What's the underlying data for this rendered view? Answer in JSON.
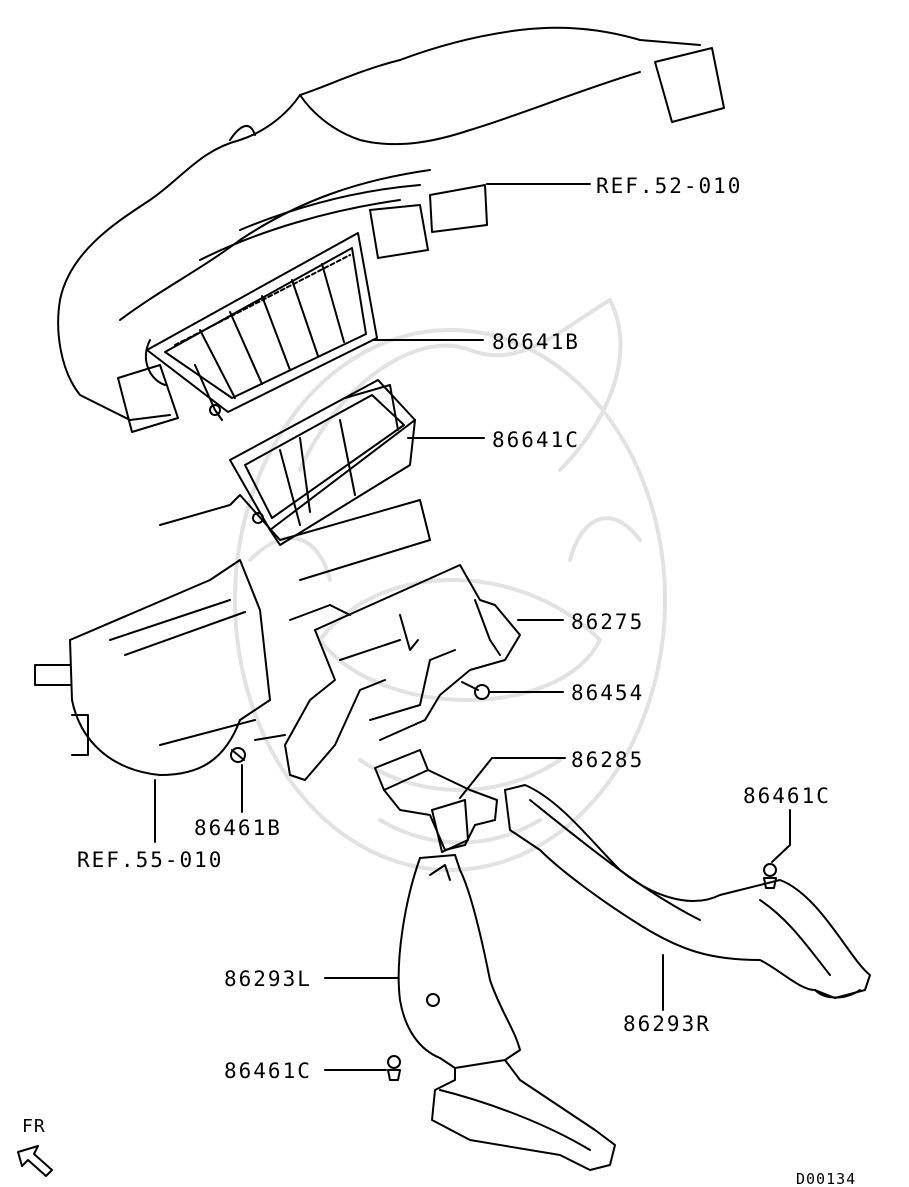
{
  "callouts": {
    "ref_52_010": "REF.52-010",
    "p86641B": "86641B",
    "p86641C": "86641C",
    "p86275": "86275",
    "p86454": "86454",
    "p86285": "86285",
    "p86461C_right": "86461C",
    "p86461B": "86461B",
    "ref_55_010": "REF.55-010",
    "p86293L": "86293L",
    "p86293R": "86293R",
    "p86461C_left": "86461C"
  },
  "orientation": {
    "label": "FR"
  },
  "diagram_id": "D00134",
  "colors": {
    "line": "#000000",
    "watermark": "#e2e2e2",
    "background": "#ffffff"
  }
}
